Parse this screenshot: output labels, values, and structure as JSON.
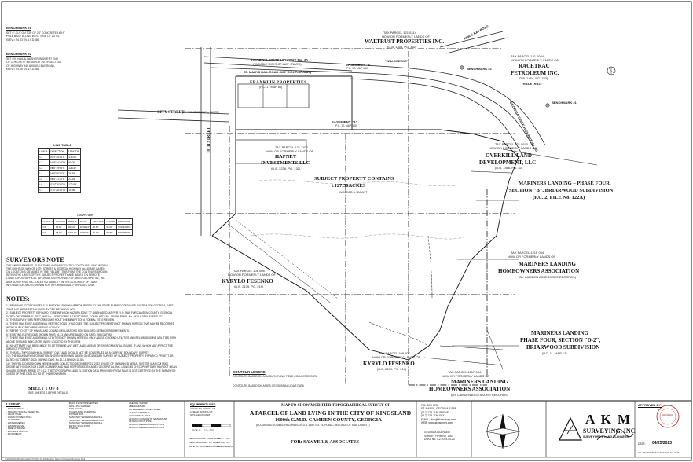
{
  "benchmarks_left": [
    {
      "title": "BENCHMARK #1",
      "text": "SET 6\"-CUT ON TOP OF 24\" CONCRETE LIGHT\nPOLE BASE ALONG WEST SIDE OF LOT 4.\nELEV.= 24.53' (N.A.V.D. 88)"
    },
    {
      "title": "BENCHMARK #2",
      "text": "SET P.K. NAIL & WASHER IN SWEPT END\nOF CONCRETE MEDIAN AT INTERSECTION\nOF HIGHWAY #40 & KINGS BAY ROAD.\nELEV.= 24.55' (N.A.V.D. 88)"
    }
  ],
  "parcels": {
    "waltrust": {
      "tax": "TAX PARCEL 121 0314",
      "owner_pre": "NOW OR FORMERLY LANDS OF",
      "name": "WALTRUST PROPERTIES INC.",
      "deed": "(D.B. 1453, PG. 152)",
      "label": "\"WALGREENS\""
    },
    "racetrac": {
      "tax": "TAX PARCEL 121 0084",
      "owner_pre": "NOW OR FORMERLY LANDS OF",
      "name1": "RACETRAC",
      "name2": "PETROLEUM INC.",
      "deed": "(D.B. 1464, PG. 753)",
      "label": "\"RACETRAC\""
    },
    "franklin": {
      "name1": "FRANKLIN PROPERTIES",
      "name2": "(P.C. 1 , MAP 84)"
    },
    "hapney": {
      "tax": "TAX PARCEL 121 1102",
      "owner_pre": "NOW OR FORMERLY LANDS OF",
      "name1": "HAPNEY",
      "name2": "INVESTMENTS LLC",
      "deed": "(D.B. 2236, PG. 132)"
    },
    "overkill": {
      "tax": "TAX PARCEL 121 0970",
      "owner_pre": "NOW OR FORMERLY LANDS OF",
      "name1": "OVERKILL LAND",
      "name2": "DEVELOPMENT, LLC",
      "deed": "(D.B. 1466, PG. 33)"
    },
    "mariners_b": {
      "line1": "MARINERS LANDING – PHASE FOUR,",
      "line2": "SECTION \"B\", BRIARWOOD SUBDIVISION",
      "line3": "(P.C. 2, FILE No. 122A)"
    },
    "subject": {
      "line1": "SUBJECT PROPERTY CONTAINS",
      "line2": "±127.50ACRES",
      "line3": "WOODED & VACANT"
    },
    "fesenko1": {
      "tax": "TAX PARCEL 108 008",
      "owner_pre": "NOW OR FORMERLY LANDS OF",
      "name": "KYRYLO FESENKO",
      "deed": "(D.B. 2179, PG. 219)"
    },
    "fesenko2": {
      "tax": "TAX PARCEL 108 007",
      "owner_pre": "NOW OR FORMERLY LANDS OF",
      "name": "KYRYLO FESENKO",
      "deed": "(D.B. 2179, PG. 219)"
    },
    "mariners_hoa1": {
      "tax": "TAX PARCEL 121F 004",
      "owner_pre": "NOW OR FORMERLY LANDS OF",
      "line1": "MARINERS LANDING",
      "line2": "HOMEOWNERS ASSOCIATION",
      "deed": "(BY CAMDEN ASSESSORS RECORDS)"
    },
    "mariners_d2": {
      "line1": "MARINERS LANDING",
      "line2": "PHASE FOUR, SECTION \"D-2\",",
      "line3": "BRIARWOOD SUBDIVISION",
      "line4": "(P.C. 11, MAP 12)"
    },
    "mariners_hoa2": {
      "tax": "TAX PARCEL 121F 084",
      "owner_pre": "NOW OR FORMERLY LANDS OF",
      "line1": "MARINERS LANDING",
      "line2": "HOMEOWNERS ASSOCIATION",
      "deed": "(BY CAMDEN ASSESSORS RECORDS)"
    }
  },
  "roads": {
    "hwy40": "GEORGIA STATE HIGHWAY No. 40",
    "hwy40_row": "(VARIABLE RIGHT-OF-WAY - PAVED)",
    "stmarys": "ST. MARYS RAIL ROAD (100' RIGHT-OF-WAY)",
    "kingsbay": "KINGS BAY ROAD",
    "city": "CITY STREET",
    "city_row": "(60' RIGHT-OF-WAY – PAVED)",
    "tenth": "10TH STREET",
    "hwy40_right": "GEORGIA STATE HIGHWAY No. 40"
  },
  "easements": {
    "a": "EASEMENT \"A\"",
    "a_ref": "(P.C. 12, MAP 150)",
    "b": "EASEMENT \"B\"",
    "b_ref": "(P.C. 12, MAP 150)"
  },
  "benchmark_labels": {
    "bm1": "BENCHMARK #1",
    "bm2": "BENCHMARK #2"
  },
  "line_table": {
    "title": "LINE TABLE",
    "headers": [
      "LINE #",
      "DIRECTION",
      "LENGTH"
    ],
    "rows": [
      [
        "L1",
        "N70°25'36\"E",
        "175.00'"
      ],
      [
        "L2",
        "N19°34'24\"W",
        "60.00'"
      ],
      [
        "L3",
        "N66°19'05\"E",
        "128.47'"
      ],
      [
        "L4",
        "N05°06'30\"E",
        "28.50'"
      ],
      [
        "L5",
        "N69°31'42\"E",
        "23.25'"
      ],
      [
        "L6",
        "S70°25'36\"W",
        "122.93'"
      ],
      [
        "L7",
        "S70°25'36\"W",
        "15.96'"
      ]
    ]
  },
  "curve_table": {
    "title": "Curve Table",
    "headers": [
      "CURVE #",
      "LENGTH",
      "RADIUS",
      "DELTA",
      "TANGENT",
      "CHORD",
      "DIRECTION"
    ],
    "rows": [
      [
        "C1",
        "61.11'",
        "300.00'",
        "11°40'14\"",
        "30.67'",
        "61.00'",
        "N60°32'38\"E"
      ],
      [
        "C2",
        "98.90'",
        "2460.00'",
        "2°18'13\"",
        "49.46'",
        "98.89'",
        "N84°38'43\"E"
      ]
    ]
  },
  "surveyors_note": {
    "title": "SURVEYORS NOTE",
    "text": "THE IMPROVEMENTS, ELEVATIONS AND ASSOCIATED CONTOURS LYING WITHIN\nTHE RIGHT-OF-WAY OF 10TH STREET & GEORGIA HIGHWAY No. 40 ARE BASED\nON LOCATIONS OBTAINED IN THE FIELD BY THIS FIRM. THE CONTOURS SHOWN\nWITHIN THE LIMITS OF THE SUBJECT PROPERTY ARE BASED ON REMOTE\nLIDAR TOPOGRAPHICAL INFORMATION PROVIDED BY ARIES GEOSPATIAL, INC.\nAKM SURVEYING, INC. TAKES NO LIABILITY IN THE ACCURACY OF LIDAR\nINFORMATION AND IS SHOWN FOR INFORMATIONAL PURPOSES ONLY."
  },
  "notes": {
    "title": "NOTES:",
    "items": [
      "1.) BEARINGS, COORDINATES & ELEVATIONS SHOWN HEREON REFER TO THE STATE PLANE COORDINATE SYSTEM FOR GEORGIA, EAST",
      "    ZONE AND WERE ESTABLISHED BY GPS METHODOLOGY.",
      "2.) SUBJECT PROPERTY IS FOUND TO BE IN FLOOD HAZARD ZONE \"X\" (UNSHADED) AS PER F.I.R. MAP FOR CAMDEN COUNTY, GEORGIA,",
      "    DATED: DECEMBER 21, 2017, MAP No. 13039C0355G & 13039C0356G, COMMUNITY No. 130336, PANEL No. 0415 & 0360, SUFFIX \"G\".",
      "3.) THIS SURVEY WAS PERFORMED WITHOUT THE BENEFIT OF A FORMAL TITLE REVIEW.",
      "4.) THERE MAY EXIST ADDITIONAL RESTRICTIONS LYING OVER THE SUBJECT PROPERTY NOT SHOWN HEREON THAT MAY BE RECORDED",
      "    IN THE PUBLIC RECORDS OF SAID COUNTY.",
      "5.) REFER TO CITY OF KINGSLAND ZONING REGULATIONS FOR BUILDING SETBACK REQUIREMENTS.",
      "6.) EXISTING ELEVATIONS SHOWN THUS: x12.3 AND ARE BASED ON NAVD 1988 DATUM.",
      "7.) THERE MAY EXIST ADDITIONAL UTILITIES NOT SHOWN HEREON. ONLY ABOVE GROUND UTILITIES AND BELOW GROUND UTILITIES WITH",
      "    ABOVE GROUND INDICATORS WERE LOCATED BY THIS FIRM.",
      "8.) NO ATTEMPT HAS BEEN MADE TO DETERMINE ANY WETLANDS AREAS OR ENVIRONMENTAL ISSUES, IF ANY, WHICH MAY AFFECT THE",
      "    SUBJECT PROPERTY.",
      "9.) THIS IS A TOPOGRAPHICAL SURVEY ONLY AND SHOULD NOT BE CONSTRUED AS A CURRENT BOUNDARY SURVEY.",
      "10.) THE BOUNDARY INFORMATION SHOWN HEREON IS BASED ON BOUNDARY SURVEY OF SUBJECT PROPERTY BY PARK D. PRUETT, JR.,",
      "    DATED OCTOBER 7, 2020, HAVING DWG. No. D-7-19493(20-11-08).",
      "11.) THE FIELD DATA SHOWN HEREON WAS COLLECTED DECEMBER 21, 2022 BY USE OF UNMANNED AERIAL SYSTEM (UAS) DJI M300",
      "    DRONE WITH ROCK ELM LIDAR SCANNER AND WAS PERFORMED BY ARIES GEOSPATIAL, INC. USING 45 CHECKPOINTS WITH A ROOT MEAN",
      "    SQUARE ERROR (RMSE) OF 0.12'. THE TOPOGRAPHIC AND ELEVATION DATA PROVIDED FROM SUAS IS NOT CERTIFIED BY THE SURVEYOR,",
      "    COSTS OF THIS DATA DO SO AT THEIR OWN RISK."
    ]
  },
  "sheet": {
    "label": "SHEET 1 OF 8",
    "sub": "SEE SHEETS 2-8 FOR DETAILS"
  },
  "contour_legend": {
    "title": "CONTOUR LEGEND",
    "a": "CONTOURS BASED ON AKM SURVEYING FIELD COLLECTED DATA",
    "b": "CONTOURS BASED ON ARIES GEOSPATIAL LIDAR DATA"
  },
  "legend": {
    "title": "LEGEND",
    "col1": [
      "SIGNAL POLE",
      "TRAFFIC SIGNAL PEDESTAL",
      "LIGHT POLE",
      "WOOD POWER POLE",
      "GUY WIRE",
      "WATER METER",
      "WATER VALVE",
      "FIRE HYDRANT",
      "WATER STUB-OUT",
      "MONUMENT"
    ],
    "col2": [
      "BACK FLOW PREVENTER",
      "GAS LINE MARKER",
      "GAS VALVE",
      "TELEPHONE PEDESTAL",
      "POWER BOX",
      "SANITARY SEWER MANHOLE",
      "SANITARY SEWER CLEAN-OUT",
      "SANITARY SEWER MANHOLE",
      "METAL SIGN POST",
      "TOWER"
    ],
    "col3": [
      "AERIAL TARGET",
      "BENCHMARK",
      "OVERHEAD POWER LINES",
      "ASPHALT PAVING",
      "CONCRETE AREA",
      "FOUND CONCRETE MONUMENT",
      "FOUND IRON PIPE",
      "FOUND REBAR OR IRON PIPE",
      "FOUND REBAR OR IRON PIPE"
    ]
  },
  "equipment": {
    "title": "EQUIPMENT USED",
    "a": "ANGULAR: SOKKIA CX",
    "b": "LINEAR: SOKKIA CX",
    "c": "GPS: LEICA GS18",
    "scale_label": "SCALE:",
    "scale": "1\" = 200'"
  },
  "field_book": {
    "a": "FIELD BOOK",
    "a_val": "00, PAGE 00-00",
    "b": "FIELD WORK",
    "b_val": "DEC. 21, 2022",
    "c": "DATE OF SURVEY",
    "c_val": "04-25-2023",
    "d": "CALC",
    "d_val": "WF",
    "e": "DRAWN",
    "e_val": "WF",
    "f": "CHECKED",
    "f_val": "MCL"
  },
  "main_title": {
    "line1": "MAP TO SHOW MODIFIED TOPOGRAPHICAL SURVEY OF",
    "line2": "A PARCEL OF LAND LYING IN THE CITY OF KINGSLAND",
    "line3": "1600th G.M.D. CAMDEN COUNTY, GEORGIA",
    "line4": "(ACCORDING TO DEED RECORDED IN D.B. 1452, PG. 21, PUBLIC RECORDS OF SAID COUNTY)",
    "for": "FOR: SAWYER & ASSOCIATES"
  },
  "company": {
    "addr": [
      "P.O. BOX 3730",
      "ST. MARYS, GEORGIA 31558",
      "(912) 729-1185 PHONE",
      "(912) 729-1186 FAX",
      "EMAIL: akm@akmsurvey.com",
      "WEB: www.akmsurvey.com"
    ],
    "license": [
      "GEORGIA LICENSED",
      "SURVEY FIRM No. 1067",
      "DWG. No. T-2-2019-04-23"
    ],
    "logo1": "A K M",
    "logo2": "SURVEYING, INC.",
    "logo3": "SURVEYORS & LAND PLANNERS"
  },
  "approved": {
    "label": "APPROVED BY:",
    "date_label": "DATE:",
    "date": "04/25/2023",
    "seal": "GEORGIA",
    "reg": "GA. REGISTERED SURVEYOR No. 3143"
  },
  "bottom_path": "C:\\DRAWINGS\\Drafting\\2023\\T2-2019-04-23\\ModTopo    Sheet 1  Kingsland Business Park"
}
